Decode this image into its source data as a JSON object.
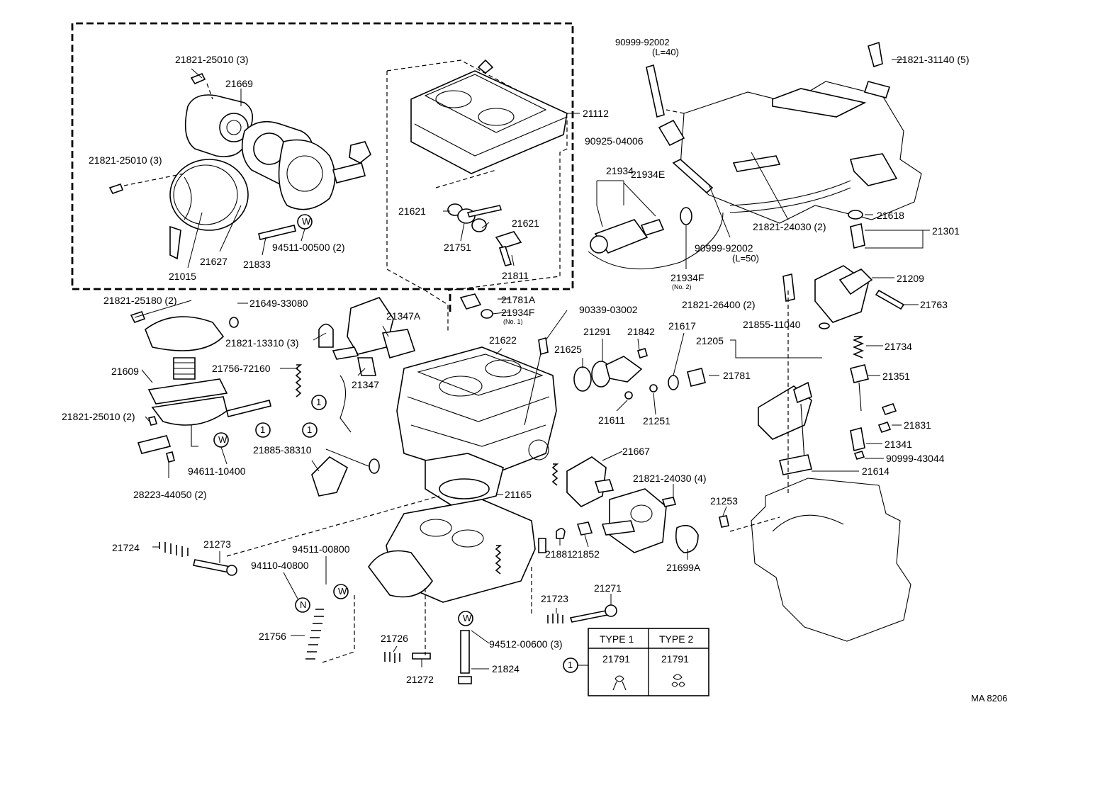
{
  "labels": {
    "p01": "21821-25010 (3)",
    "p02": "21669",
    "p03": "21821-25010 (3)",
    "p04": "21627",
    "p05": "21015",
    "p06": "21833",
    "p07": "94511-00500 (2)",
    "p08": "21112",
    "p09": "21621",
    "p10": "21621",
    "p11": "21751",
    "p12": "21811",
    "p13": "90999-92002",
    "p13b": "(L=40)",
    "p14": "90925-04006",
    "p15": "21934",
    "p16": "21934E",
    "p17": "21821-24030 (2)",
    "p18": "90999-92002",
    "p18b": "(L=50)",
    "p19": "21934F",
    "p19b": "(No. 2)",
    "p20": "21821-31140 (5)",
    "p21": "21618",
    "p22": "21301",
    "p23": "21209",
    "p24": "21763",
    "p25": "21821-26400 (2)",
    "p26": "21855-11040",
    "p27": "21205",
    "p28": "21734",
    "p29": "21351",
    "p30": "21831",
    "p31": "21341",
    "p32": "90999-43044",
    "p33": "21614",
    "p34": "21253",
    "p35": "21821-25180 (2)",
    "p36": "21649-33080",
    "p37": "21821-13310 (3)",
    "p38": "21347A",
    "p39": "21347",
    "p40": "21609",
    "p41": "21756-72160",
    "p42": "21821-25010 (2)",
    "p43": "94611-10400",
    "p44": "28223-44050 (2)",
    "p45": "21885-38310",
    "p46": "21781A",
    "p47": "21934F",
    "p47b": "(No. 1)",
    "p48": "21622",
    "p49": "90339-03002",
    "p50": "21625",
    "p51": "21291",
    "p52": "21842",
    "p53": "21617",
    "p54": "21781",
    "p55": "21611",
    "p56": "21251",
    "p57": "21667",
    "p58": "21821-24030 (4)",
    "p59": "21165",
    "p60": "21724",
    "p61": "21273",
    "p62": "94511-00800",
    "p63": "94110-40800",
    "p64": "21756",
    "p65": "21726",
    "p66": "21272",
    "p67": "94512-00600 (3)",
    "p68": "21824",
    "p69": "21723",
    "p70": "21271",
    "p71": "21881",
    "p72": "21852",
    "p73": "21699A",
    "callout": "1",
    "washer_w": "W",
    "washer_n": "N",
    "footer_code": "MA 8206"
  },
  "type_table": {
    "col1_header": "TYPE 1",
    "col2_header": "TYPE 2",
    "col1_part": "21791",
    "col2_part": "21791",
    "row_marker": "1"
  }
}
